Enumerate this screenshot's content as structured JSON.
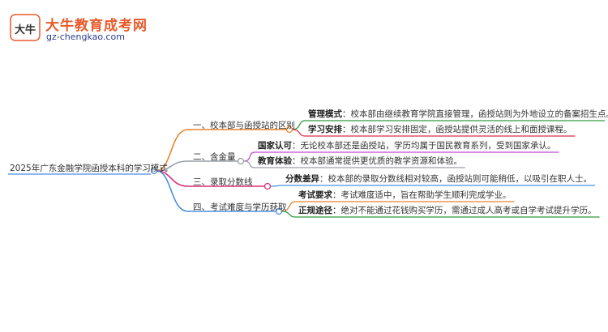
{
  "brand": {
    "title": "大牛教育成考网",
    "url": "gz-chengkao.com",
    "logo_mark": "大牛"
  },
  "root": "2025年广东金融学院函授本科的学习模式",
  "branches": [
    {
      "label": "一、校本部与函授站的区别",
      "color": "#e8832e",
      "leaves": [
        {
          "key": "管理模式",
          "sep": "：",
          "text": "校本部由继续教育学院直接管理，函授站则为外地设立的备案招生点。",
          "color": "#2e9a3e"
        },
        {
          "key": "学习安排",
          "sep": "：",
          "text": "校本部学习安排固定，函授站提供灵活的线上和面授课程。",
          "color": "#d9304a"
        }
      ]
    },
    {
      "label": "二、含金量",
      "color": "#9aa0a6",
      "leaves": [
        {
          "key": "国家认可",
          "sep": "：",
          "text": "无论校本部还是函授站，学历均属于国民教育系列，受到国家承认。",
          "color": "#c04bd6"
        },
        {
          "key": "教育体验",
          "sep": "：",
          "text": "校本部通常提供更优质的教学资源和体验。",
          "color": "#9aa0a6"
        }
      ]
    },
    {
      "label": "三、录取分数线",
      "color": "#d9307a",
      "leaves": [
        {
          "key": "分数差异",
          "sep": "：",
          "text": "校本部的录取分数线相对较高，函授站则可能稍低，以吸引在职人士。",
          "color": "#4a8fe0"
        }
      ]
    },
    {
      "label": "四、考试难度与学历获取",
      "color": "#4a8fe0",
      "leaves": [
        {
          "key": "考试要求",
          "sep": "：",
          "text": "考试难度适中，旨在帮助学生顺利完成学业。",
          "color": "#e8832e"
        },
        {
          "key": "正规途径",
          "sep": "：",
          "text": "绝对不能通过花钱购买学历，需通过成人高考或自学考试提升学历。",
          "color": "#2e9a3e"
        }
      ]
    }
  ]
}
